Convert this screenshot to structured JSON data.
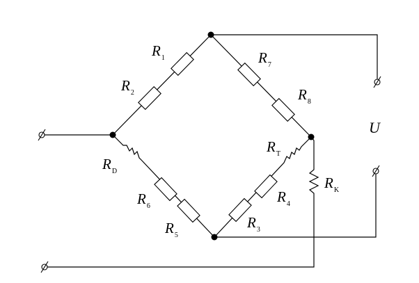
{
  "labels": {
    "r1": {
      "main": "R",
      "sub": "1"
    },
    "r2": {
      "main": "R",
      "sub": "2"
    },
    "r3": {
      "main": "R",
      "sub": "3"
    },
    "r4": {
      "main": "R",
      "sub": "4"
    },
    "r5": {
      "main": "R",
      "sub": "5"
    },
    "r6": {
      "main": "R",
      "sub": "6"
    },
    "r7": {
      "main": "R",
      "sub": "7"
    },
    "r8": {
      "main": "R",
      "sub": "8"
    },
    "rd": {
      "main": "R",
      "sub": "D"
    },
    "rt": {
      "main": "R",
      "sub": "T"
    },
    "rk": {
      "main": "R",
      "sub": "K"
    }
  },
  "voltage_label": "U",
  "colors": {
    "line": "#000000",
    "background": "#ffffff"
  }
}
